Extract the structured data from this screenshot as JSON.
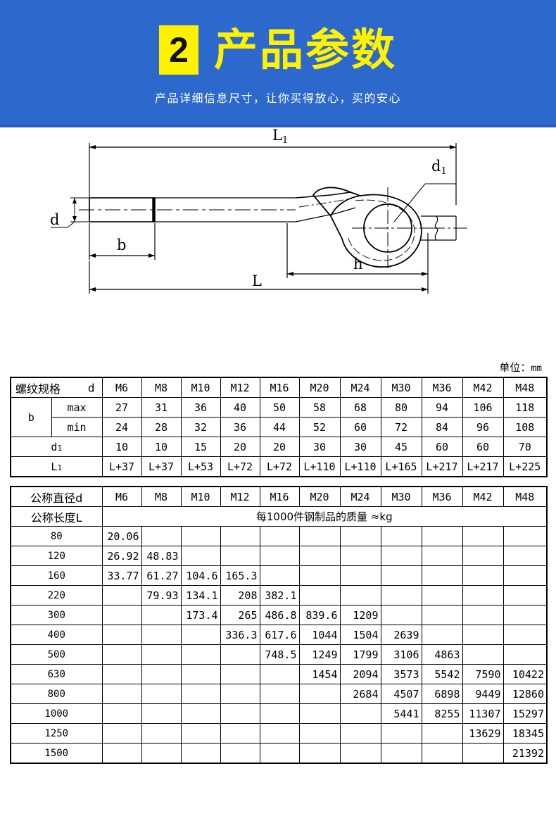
{
  "banner": {
    "badge_number": "2",
    "title": "产品参数",
    "subtitle": "产品详细信息尺寸，让你买得放心，买的安心",
    "bg_color": "#2d68cc",
    "accent_color": "#fff200"
  },
  "drawing": {
    "labels": {
      "L1": "L",
      "L1_sub": "1",
      "L": "L",
      "b": "b",
      "d": "d",
      "d1": "d",
      "d1_sub": "1",
      "h": "h"
    },
    "alt": "threaded-eye-bolt-dimension-drawing"
  },
  "unit_note": {
    "label": "单位：",
    "value": "mm"
  },
  "table1": {
    "header_row_label_left": "螺纹规格",
    "header_row_label_right": "d",
    "sizes": [
      "M6",
      "M8",
      "M10",
      "M12",
      "M16",
      "M20",
      "M24",
      "M30",
      "M36",
      "M42",
      "M48"
    ],
    "rows": [
      {
        "group": "b",
        "label": "max",
        "values": [
          "27",
          "31",
          "36",
          "40",
          "50",
          "58",
          "68",
          "80",
          "94",
          "106",
          "118"
        ]
      },
      {
        "group": "b",
        "label": "min",
        "values": [
          "24",
          "28",
          "32",
          "36",
          "44",
          "52",
          "60",
          "72",
          "84",
          "96",
          "108"
        ]
      }
    ],
    "d1_label": "d",
    "d1_sub": "1",
    "d1_values": [
      "10",
      "10",
      "15",
      "20",
      "20",
      "30",
      "30",
      "45",
      "60",
      "60",
      "70"
    ],
    "L1_label": "L",
    "L1_sub": "1",
    "L1_values": [
      "L+37",
      "L+37",
      "L+53",
      "L+72",
      "L+72",
      "L+110",
      "L+110",
      "L+165",
      "L+217",
      "L+217",
      "L+225"
    ]
  },
  "table2": {
    "diameter_label": "公称直径d",
    "length_label": "公称长度L",
    "mass_caption": "每1000件钢制品的质量 ≈kg",
    "sizes": [
      "M6",
      "M8",
      "M10",
      "M12",
      "M16",
      "M20",
      "M24",
      "M30",
      "M36",
      "M42",
      "M48"
    ],
    "lengths": [
      "80",
      "120",
      "160",
      "220",
      "300",
      "400",
      "500",
      "630",
      "800",
      "1000",
      "1250",
      "1500"
    ],
    "mass_rows": [
      [
        "20.06",
        "",
        "",
        "",
        "",
        "",
        "",
        "",
        "",
        "",
        ""
      ],
      [
        "26.92",
        "48.83",
        "",
        "",
        "",
        "",
        "",
        "",
        "",
        "",
        ""
      ],
      [
        "33.77",
        "61.27",
        "104.6",
        "165.3",
        "",
        "",
        "",
        "",
        "",
        "",
        ""
      ],
      [
        "",
        "79.93",
        "134.1",
        "208",
        "382.1",
        "",
        "",
        "",
        "",
        "",
        ""
      ],
      [
        "",
        "",
        "173.4",
        "265",
        "486.8",
        "839.6",
        "1209",
        "",
        "",
        "",
        ""
      ],
      [
        "",
        "",
        "",
        "336.3",
        "617.6",
        "1044",
        "1504",
        "2639",
        "",
        "",
        ""
      ],
      [
        "",
        "",
        "",
        "",
        "748.5",
        "1249",
        "1799",
        "3106",
        "4863",
        "",
        ""
      ],
      [
        "",
        "",
        "",
        "",
        "",
        "1454",
        "2094",
        "3573",
        "5542",
        "7590",
        "10422"
      ],
      [
        "",
        "",
        "",
        "",
        "",
        "",
        "2684",
        "4507",
        "6898",
        "9449",
        "12860"
      ],
      [
        "",
        "",
        "",
        "",
        "",
        "",
        "",
        "5441",
        "8255",
        "11307",
        "15297"
      ],
      [
        "",
        "",
        "",
        "",
        "",
        "",
        "",
        "",
        "",
        "13629",
        "18345"
      ],
      [
        "",
        "",
        "",
        "",
        "",
        "",
        "",
        "",
        "",
        "",
        "21392"
      ]
    ]
  }
}
